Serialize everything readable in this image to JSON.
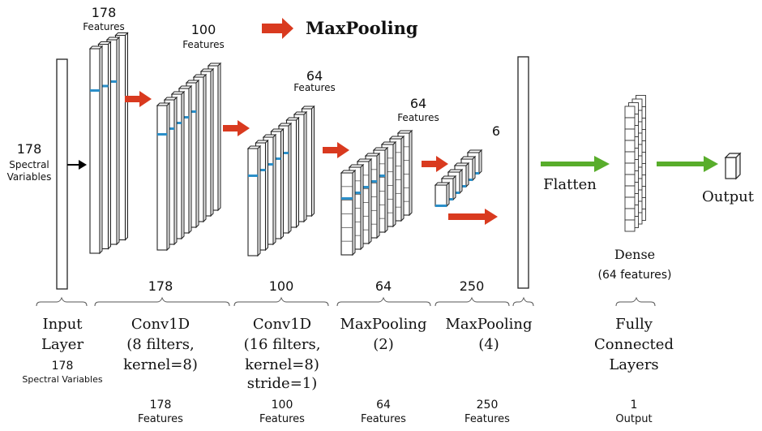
{
  "legend": {
    "label": "MaxPooling",
    "arrow_color": "#d93a1f"
  },
  "colors": {
    "pool_arrow": "#d93a1f",
    "fc_arrow": "#58ad2b",
    "input_arrow": "#000000",
    "highlight": "#2b8fc9",
    "outline": "#222222"
  },
  "input": {
    "num": "178",
    "line1": "Spectral",
    "line2": "Variables"
  },
  "tops": [
    {
      "num": "178",
      "txt": "Features"
    },
    {
      "num": "100",
      "txt": "Features"
    },
    {
      "num": "64",
      "txt": "Features"
    },
    {
      "num": "64",
      "txt": "Features"
    },
    {
      "num": "6",
      "txt": ""
    }
  ],
  "flatten": "Flatten",
  "output": "Output",
  "dense": {
    "title": "Dense",
    "sub": "(64 features)"
  },
  "mids": [
    "178",
    "100",
    "64",
    "250"
  ],
  "layers": [
    {
      "lines": [
        "Input",
        "Layer"
      ],
      "sub1": "178",
      "sub2": "Spectral Variables"
    },
    {
      "lines": [
        "Conv1D",
        "(8 filters,",
        "kernel=8)"
      ]
    },
    {
      "lines": [
        "Conv1D",
        "(16 filters,",
        "kernel=8)",
        "stride=1)"
      ]
    },
    {
      "lines": [
        "MaxPooling",
        "(2)"
      ]
    },
    {
      "lines": [
        "MaxPooling",
        "(4)"
      ]
    },
    {
      "lines": [
        "Fully",
        "Connected",
        "Layers"
      ]
    }
  ],
  "bottoms": [
    {
      "num": "178",
      "txt": "Features"
    },
    {
      "num": "100",
      "txt": "Features"
    },
    {
      "num": "64",
      "txt": "Features"
    },
    {
      "num": "250",
      "txt": "Features"
    },
    {
      "num": "1",
      "txt": "Output"
    }
  ]
}
